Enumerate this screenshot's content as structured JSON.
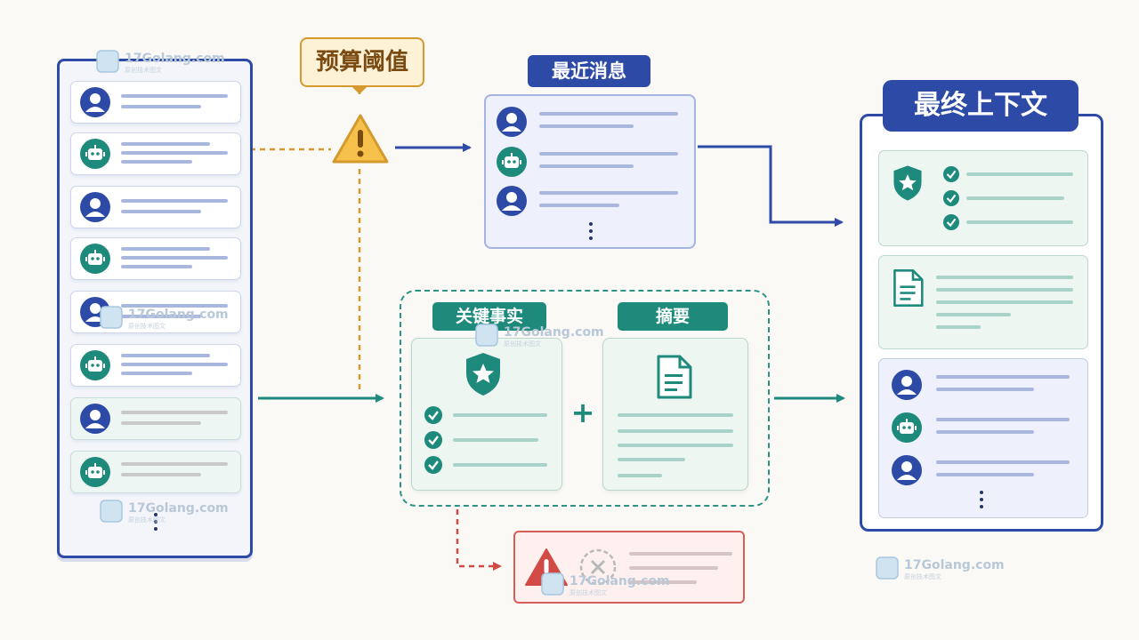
{
  "labels": {
    "budget_threshold": "预算阈值",
    "recent_messages": "最近消息",
    "key_facts": "关键事实",
    "summary": "摘要",
    "final_context": "最终上下文",
    "plus": "+"
  },
  "watermark": {
    "text": "17Golang.com",
    "sub": "原创技术图文"
  },
  "history": {
    "messages": [
      "user",
      "bot",
      "user",
      "bot",
      "user",
      "bot",
      "user",
      "bot"
    ]
  },
  "colors": {
    "navy": "#2c4aa6",
    "teal": "#1d8a7c",
    "amber": "#d5992e",
    "red": "#d24a46"
  },
  "icons": [
    "user-avatar-icon",
    "bot-avatar-icon",
    "warning-icon",
    "shield-star-icon",
    "check-circle-icon",
    "document-icon",
    "cancel-icon",
    "error-warning-icon"
  ]
}
